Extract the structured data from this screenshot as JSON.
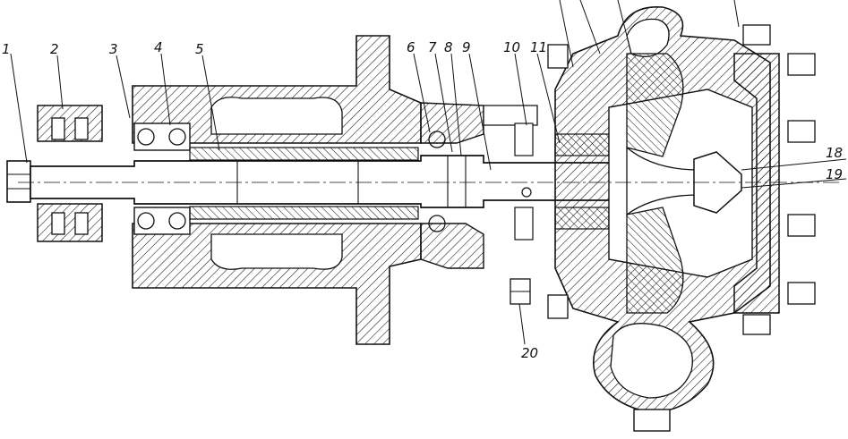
{
  "ink_color": "#111111",
  "paper_color": "#ffffff",
  "callouts": [
    {
      "key": "c1",
      "text": "1"
    },
    {
      "key": "c2",
      "text": "2"
    },
    {
      "key": "c3",
      "text": "3"
    },
    {
      "key": "c4",
      "text": "4"
    },
    {
      "key": "c5",
      "text": "5"
    },
    {
      "key": "c6",
      "text": "6"
    },
    {
      "key": "c7",
      "text": "7"
    },
    {
      "key": "c8",
      "text": "8"
    },
    {
      "key": "c9",
      "text": "9"
    },
    {
      "key": "c10",
      "text": "10"
    },
    {
      "key": "c11",
      "text": "11"
    },
    {
      "key": "c18",
      "text": "18"
    },
    {
      "key": "c19",
      "text": "19"
    },
    {
      "key": "c20",
      "text": "20"
    }
  ]
}
